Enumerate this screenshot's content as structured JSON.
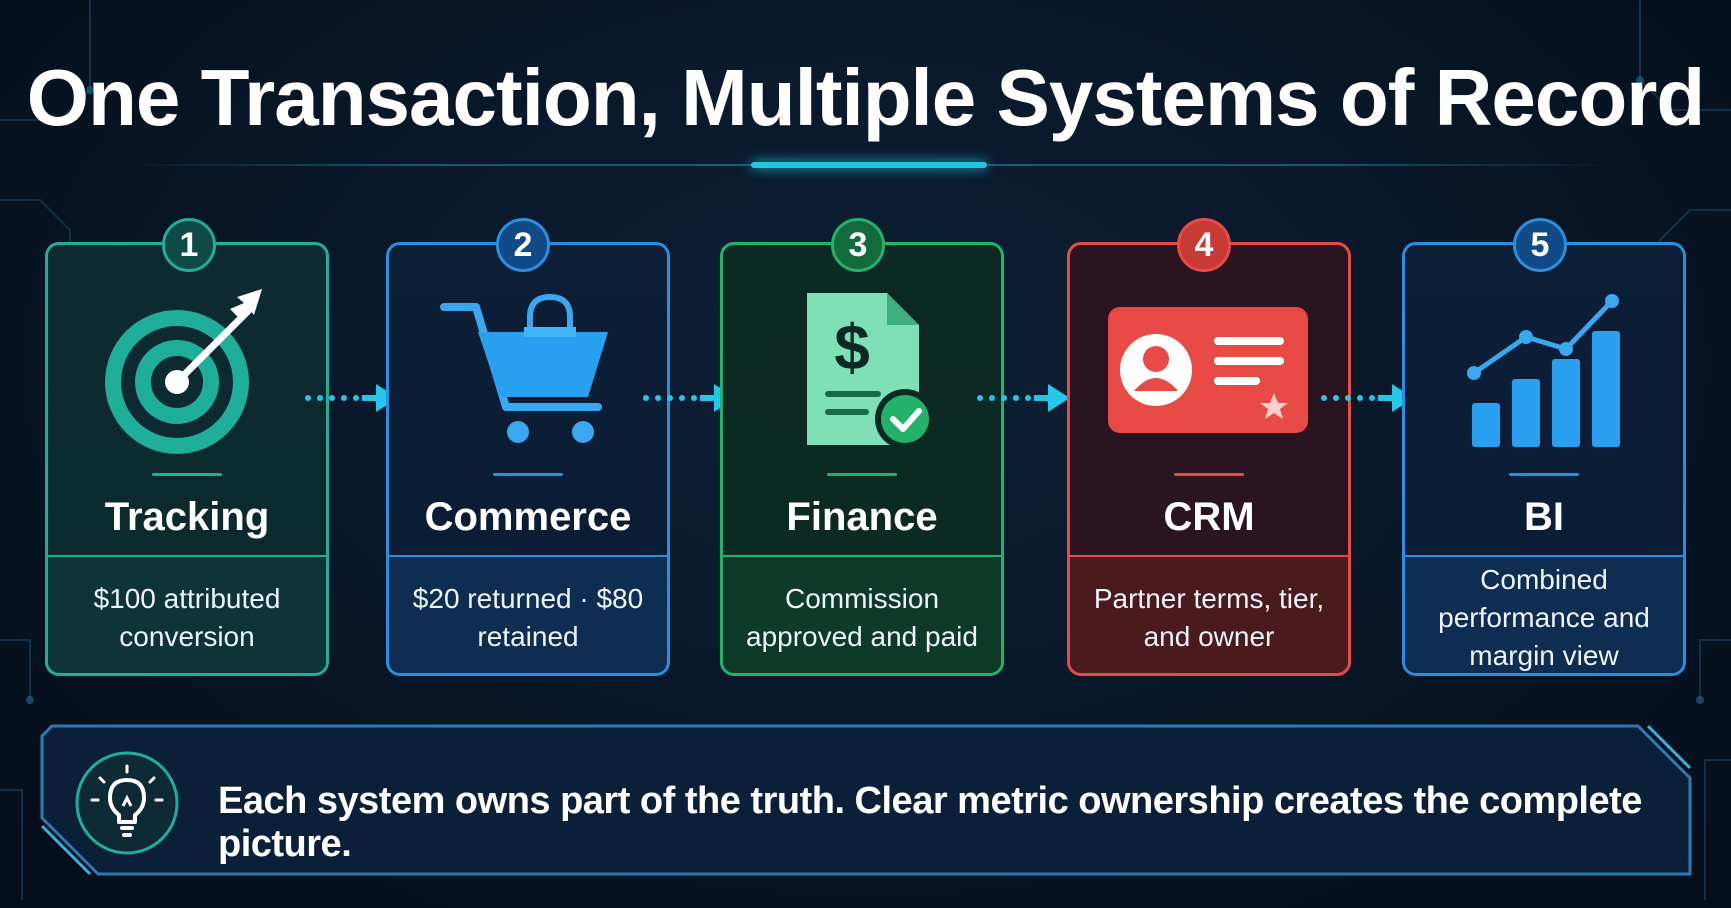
{
  "title": "One Transaction, Multiple Systems of Record",
  "steps": [
    {
      "number": "1",
      "title": "Tracking",
      "description": "$100 attributed conversion",
      "accent": "#1fae9a",
      "icon": "target-icon"
    },
    {
      "number": "2",
      "title": "Commerce",
      "description": "$20 returned · $80 retained",
      "accent": "#2a8fe0",
      "icon": "shopping-cart-icon"
    },
    {
      "number": "3",
      "title": "Finance",
      "description": "Commission approved and paid",
      "accent": "#22b26a",
      "icon": "invoice-check-icon"
    },
    {
      "number": "4",
      "title": "CRM",
      "description": "Partner terms, tier, and owner",
      "accent": "#e84a45",
      "icon": "contact-card-icon"
    },
    {
      "number": "5",
      "title": "BI",
      "description": "Combined performance and margin view",
      "accent": "#2a8fe0",
      "icon": "bar-chart-icon"
    }
  ],
  "insight": {
    "icon": "lightbulb-icon",
    "text": "Each system owns part of the truth. Clear metric ownership creates the complete picture."
  }
}
